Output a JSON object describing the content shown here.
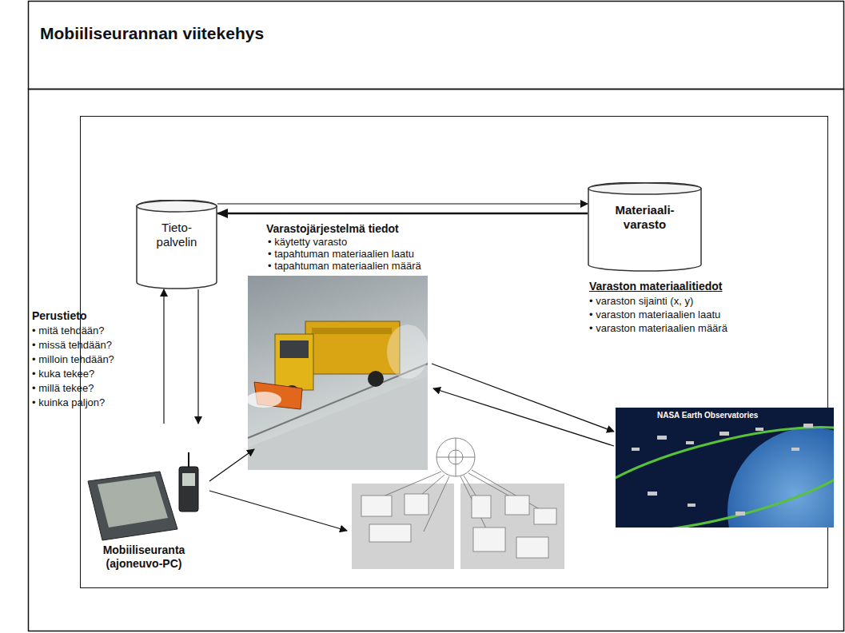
{
  "diagram": {
    "title": "Mobiiliseurannan viitekehys",
    "nodes": [
      {
        "text": [
          "Tieto- palvelin"
        ]
      },
      {
        "text": [
          "Materiaali- varasto"
        ]
      },
      {
        "text": [
          "Mobiiliseuranta (ajoneuvo-PC)"
        ]
      }
    ],
    "edges": [
      {
        "from": 0,
        "to": 1,
        "arrow": "to"
      },
      {
        "from": 1,
        "to": 0,
        "label": "Varastojärjestelmä tiedot",
        "arrow": "to"
      },
      {
        "from": 2,
        "to": 0,
        "arrow": "to"
      },
      {
        "from": 0,
        "to": 2,
        "arrow": "to"
      }
    ],
    "labels": [
      "• käytetty varasto",
      "• tapahtuman materiaalien laatu",
      "• tapahtuman materiaalien määrä",
      "Varaston materiaalitiedot",
      "• varaston sijainti (x, y)",
      "• varaston materiaalien laatu",
      "• varaston materiaalien määrä",
      "Perustieto",
      "• mitä tehdään?",
      "• missä tehdään?",
      "• milloin tehdään?",
      "• kuka tekee?",
      "• millä tekee?",
      "• kuinka paljon?",
      "NASA Earth Observatories"
    ]
  }
}
